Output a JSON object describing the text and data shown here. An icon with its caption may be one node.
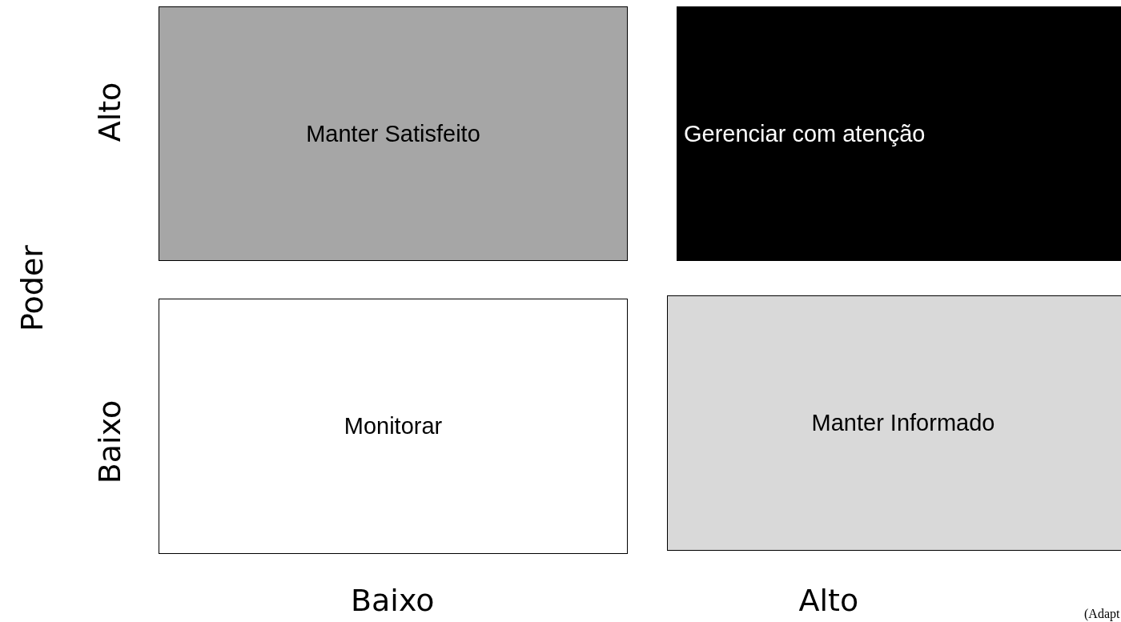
{
  "diagram": {
    "nodes": [
      {
        "text": [
          "Manter Satisfeito"
        ]
      },
      {
        "text": [
          "Gerenciar com atenção"
        ]
      },
      {
        "text": [
          "Monitorar"
        ]
      },
      {
        "text": [
          "Manter Informado"
        ]
      }
    ],
    "labels": [
      "Alto",
      "Poder",
      "Baixo",
      "Baixo",
      "Alto",
      "(Adapt"
    ]
  }
}
